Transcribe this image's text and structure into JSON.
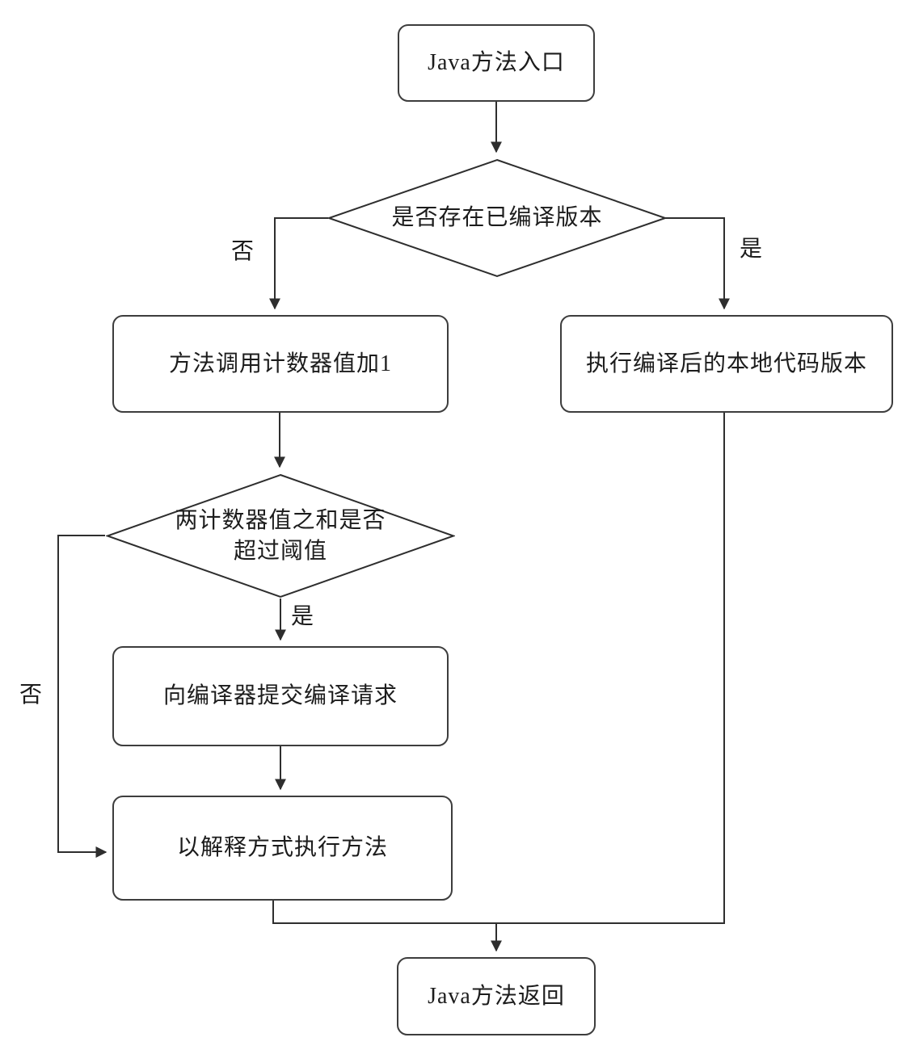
{
  "nodes": {
    "start": {
      "label": "Java方法入口"
    },
    "check_compiled": {
      "label": "是否存在已编译版本"
    },
    "increment_counter": {
      "label": "方法调用计数器值加1"
    },
    "execute_native": {
      "label": "执行编译后的本地代码版本"
    },
    "check_threshold": {
      "lines": [
        "两计数器值之和是否",
        "超过阈值"
      ]
    },
    "submit_request": {
      "label": "向编译器提交编译请求"
    },
    "interpret_execute": {
      "label": "以解释方式执行方法"
    },
    "end": {
      "label": "Java方法返回"
    }
  },
  "edge_labels": {
    "no_compiled": "否",
    "yes_compiled": "是",
    "yes_threshold": "是",
    "no_threshold": "否"
  },
  "colors": {
    "background": "#ffffff",
    "line": "#2e2e2e",
    "box_border": "#3d3d3d",
    "text": "#1c1c1c"
  }
}
